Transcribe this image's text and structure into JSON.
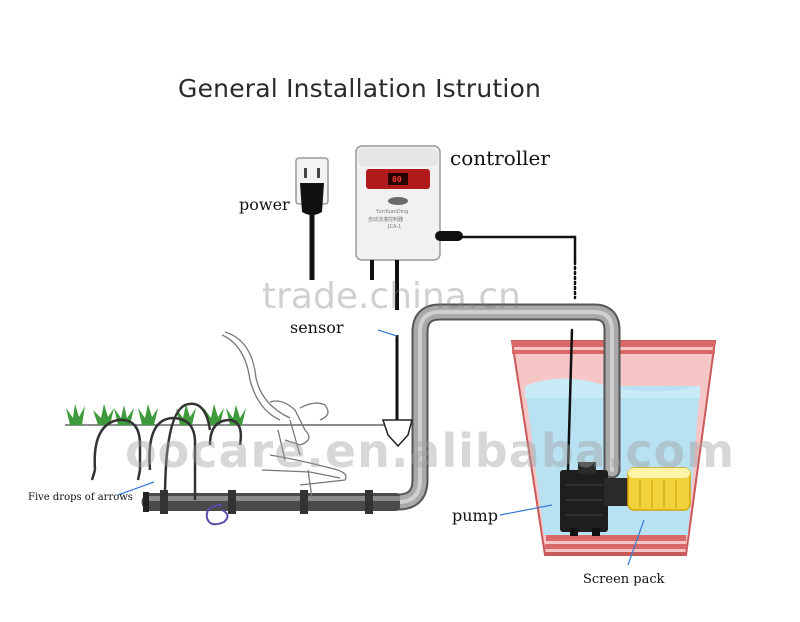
{
  "title": "General Installation Istrution",
  "labels": {
    "controller": "controller",
    "power": "power",
    "sensor": "sensor",
    "pump": "pump",
    "screen_pack": "Screen pack",
    "five_drops": "Five drops of arrows"
  },
  "controller_device": {
    "display": "00",
    "model": "JCA-1",
    "brand": "YunYuanDing",
    "cn_name": "自动浇灌控制器"
  },
  "watermarks": {
    "trade": "trade.china.cn",
    "alibaba": "oocare.en.alibaba.com"
  },
  "colors": {
    "pot": "#d96868",
    "water": "#b8e1f2",
    "pot_inside": "#f6c6c6",
    "pipe": "#9a9a9a"
  }
}
